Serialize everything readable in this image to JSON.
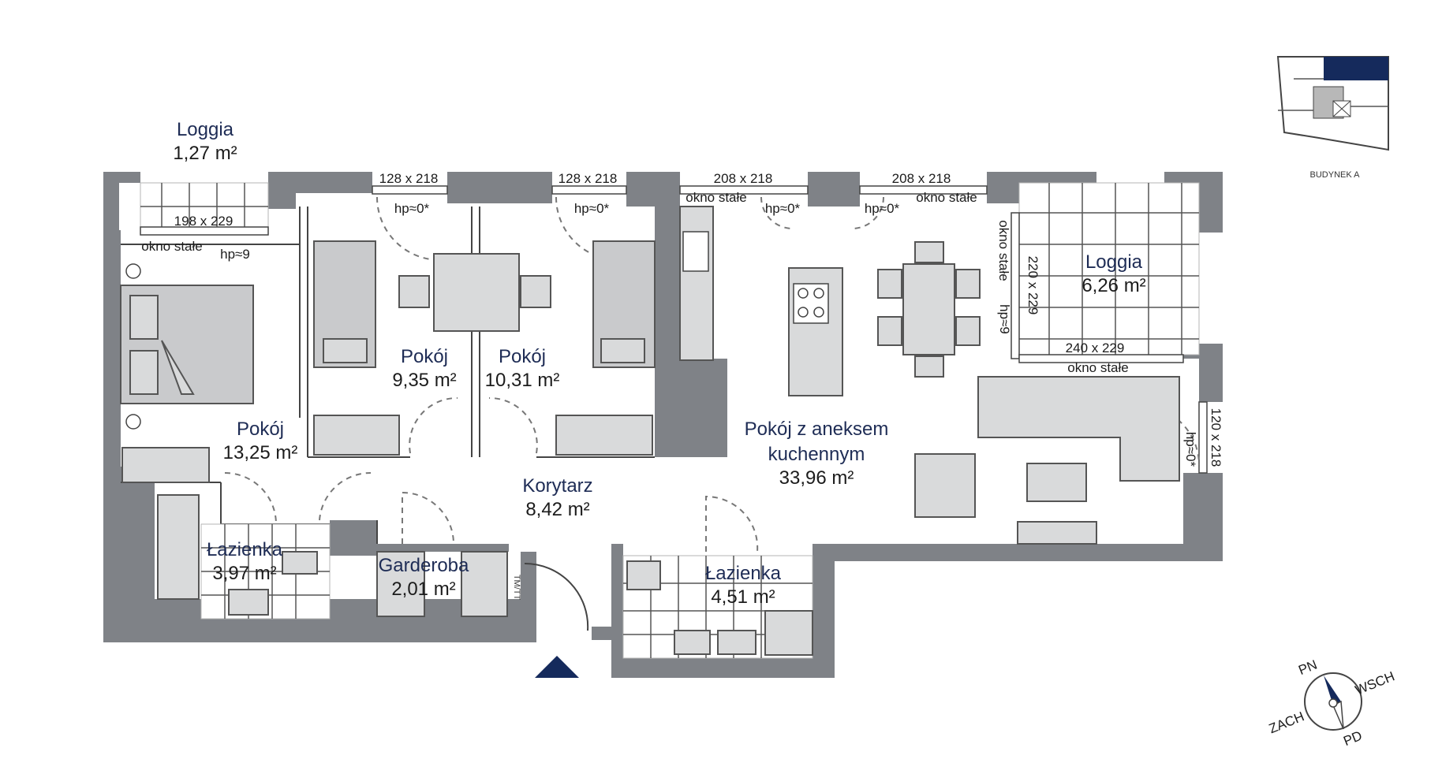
{
  "rooms": {
    "loggia_small": {
      "name": "Loggia",
      "area": "1,27 m²"
    },
    "loggia_large": {
      "name": "Loggia",
      "area": "6,26 m²"
    },
    "pokoj_1": {
      "name": "Pokój",
      "area": "13,25 m²"
    },
    "pokoj_2": {
      "name": "Pokój",
      "area": "9,35 m²"
    },
    "pokoj_3": {
      "name": "Pokój",
      "area": "10,31 m²"
    },
    "pokoj_aneks": {
      "name_line1": "Pokój z aneksem",
      "name_line2": "kuchennym",
      "area": "33,96 m²"
    },
    "korytarz": {
      "name": "Korytarz",
      "area": "8,42 m²"
    },
    "lazienka_1": {
      "name": "Łazienka",
      "area": "3,97 m²"
    },
    "lazienka_2": {
      "name": "Łazienka",
      "area": "4,51 m²"
    },
    "garderoba": {
      "name": "Garderoba",
      "area": "2,01 m²"
    }
  },
  "windows": {
    "w1": "128 x 218",
    "w2": "128 x 218",
    "w3": "208 x 218",
    "w4": "208 x 218",
    "w5": "198 x 229",
    "w6": "220 x 229",
    "w7": "240 x 229",
    "w8": "120 x 218"
  },
  "notes": {
    "okno_stale": "okno stałe",
    "hp0": "hp≈0*",
    "hp9": "hp≈9",
    "tm_tt": "TM/TT"
  },
  "building": "BUDYNEK A",
  "compass": {
    "n": "PN",
    "e": "WSCH",
    "s": "PD",
    "w": "ZACH"
  },
  "colors": {
    "wall": "#7f8287",
    "furniture": "#d9dadb",
    "label": "#1e2c55",
    "accent": "#152a5c",
    "highlight": "#b8b8b8"
  }
}
